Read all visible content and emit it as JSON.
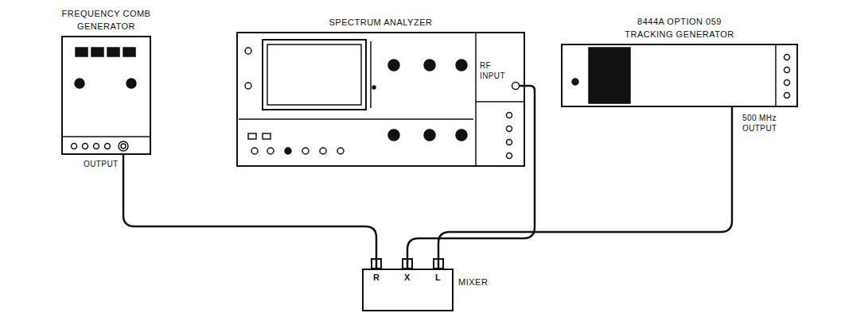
{
  "diagram": {
    "nodes": [
      {
        "text": [
          "FREQUENCY COMB GENERATOR"
        ]
      },
      {
        "text": [
          "SPECTRUM ANALYZER"
        ]
      },
      {
        "text": [
          "8444A OPTION 059 TRACKING GENERATOR"
        ]
      },
      {
        "text": [
          "MIXER"
        ]
      }
    ],
    "edges": [
      {
        "from": 0,
        "to": 3,
        "arrow": "none"
      },
      {
        "from": 1,
        "to": 3,
        "arrow": "none"
      },
      {
        "from": 2,
        "to": 3,
        "arrow": "none"
      }
    ],
    "labels": [
      "OUTPUT",
      "RF INPUT",
      "500 MHz OUTPUT",
      "R",
      "X",
      "L"
    ]
  }
}
